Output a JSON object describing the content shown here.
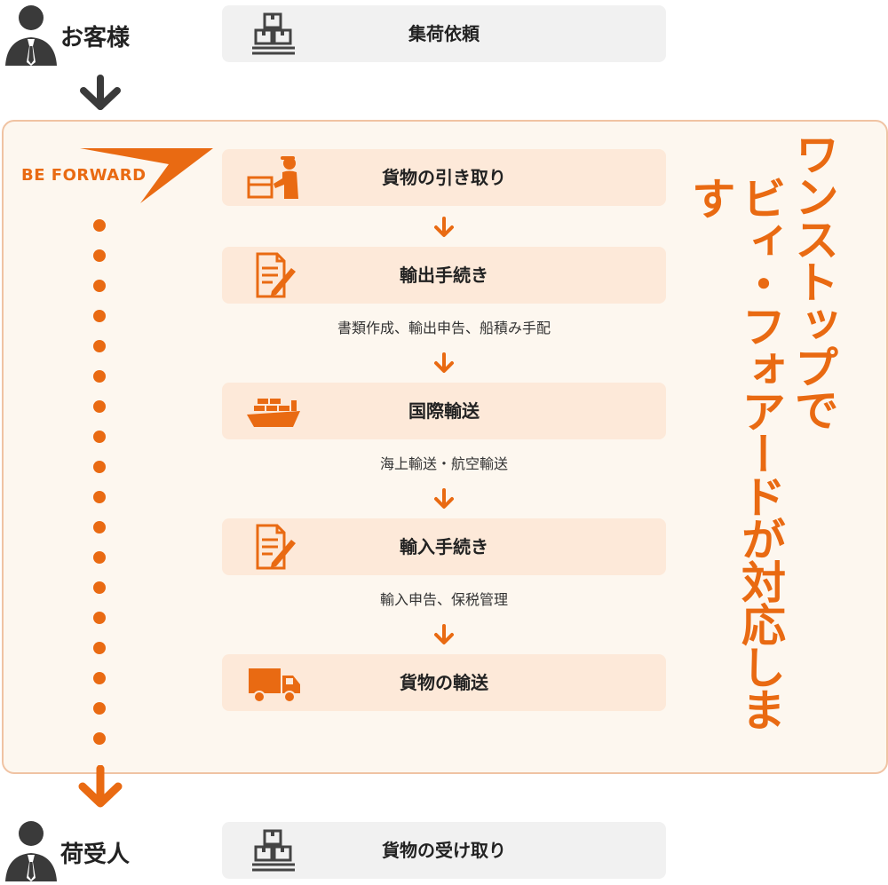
{
  "customer": {
    "label": "お客様",
    "box_label": "集荷依頼"
  },
  "receiver": {
    "label": "荷受人",
    "box_label": "貨物の受け取り"
  },
  "brand": {
    "logo_text": "BE FORWARD",
    "color": "#e96a12"
  },
  "steps": [
    {
      "label": "貨物の引き取り",
      "sub": "",
      "icon": "delivery-person-icon"
    },
    {
      "label": "輸出手続き",
      "sub": "書類作成、輸出申告、船積み手配",
      "icon": "document-pen-icon"
    },
    {
      "label": "国際輸送",
      "sub": "海上輸送・航空輸送",
      "icon": "container-ship-icon"
    },
    {
      "label": "輸入手続き",
      "sub": "輸入申告、保税管理",
      "icon": "document-pen-icon"
    },
    {
      "label": "貨物の輸送",
      "sub": "",
      "icon": "truck-icon"
    }
  ],
  "tagline": {
    "line1": "ワンストップで",
    "line2": "ビィ・フォアードが対応します"
  },
  "colors": {
    "accent": "#e96a12",
    "step_bg": "#fde9d9",
    "panel_bg": "#fdf7ef",
    "panel_border": "#f0c3a3",
    "grey_box": "#f1f1f1"
  }
}
